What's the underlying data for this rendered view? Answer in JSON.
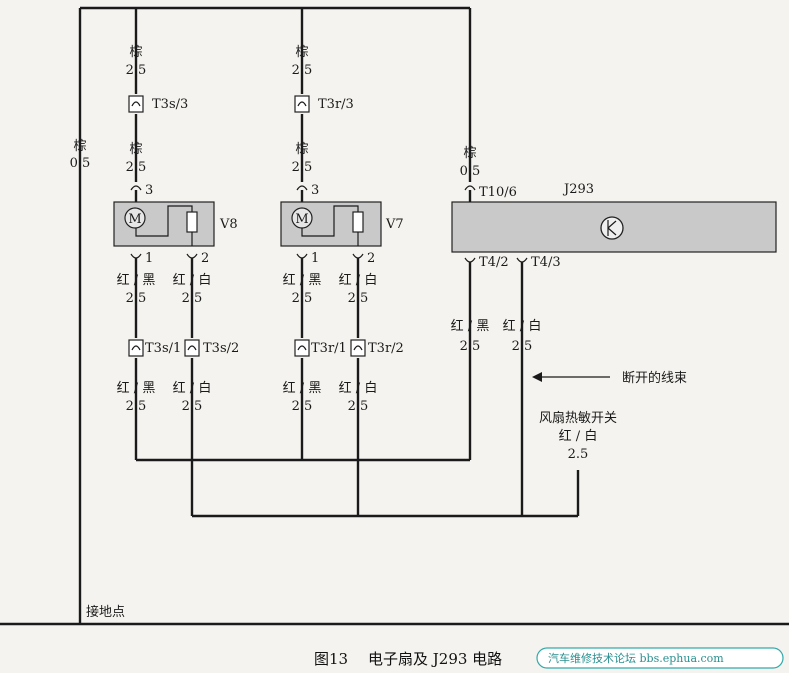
{
  "wire_labels": {
    "brown": "棕",
    "red_black": "红 / 黑",
    "red_white": "红 / 白",
    "gauge_25": "2.5",
    "gauge_05": "0.5"
  },
  "connectors": {
    "t3s3": "T3s/3",
    "t3r3": "T3r/3",
    "t3s1": "T3s/1",
    "t3s2": "T3s/2",
    "t3r1": "T3r/1",
    "t3r2": "T3r/2",
    "t106": "T10/6",
    "t42": "T4/2",
    "t43": "T4/3"
  },
  "pins": {
    "p1": "1",
    "p2": "2",
    "p3": "3"
  },
  "components": {
    "v8": "V8",
    "v7": "V7",
    "j293": "J293",
    "motor_symbol": "M"
  },
  "annotations": {
    "broken_harness": "断开的线束",
    "fan_thermo_switch": "风扇热敏开关",
    "ground_point": "接地点"
  },
  "caption": {
    "figure": "图13",
    "title": "电子扇及 J293 电路"
  },
  "watermark": {
    "text": "汽车维修技术论坛 bbs.ephua.com"
  }
}
